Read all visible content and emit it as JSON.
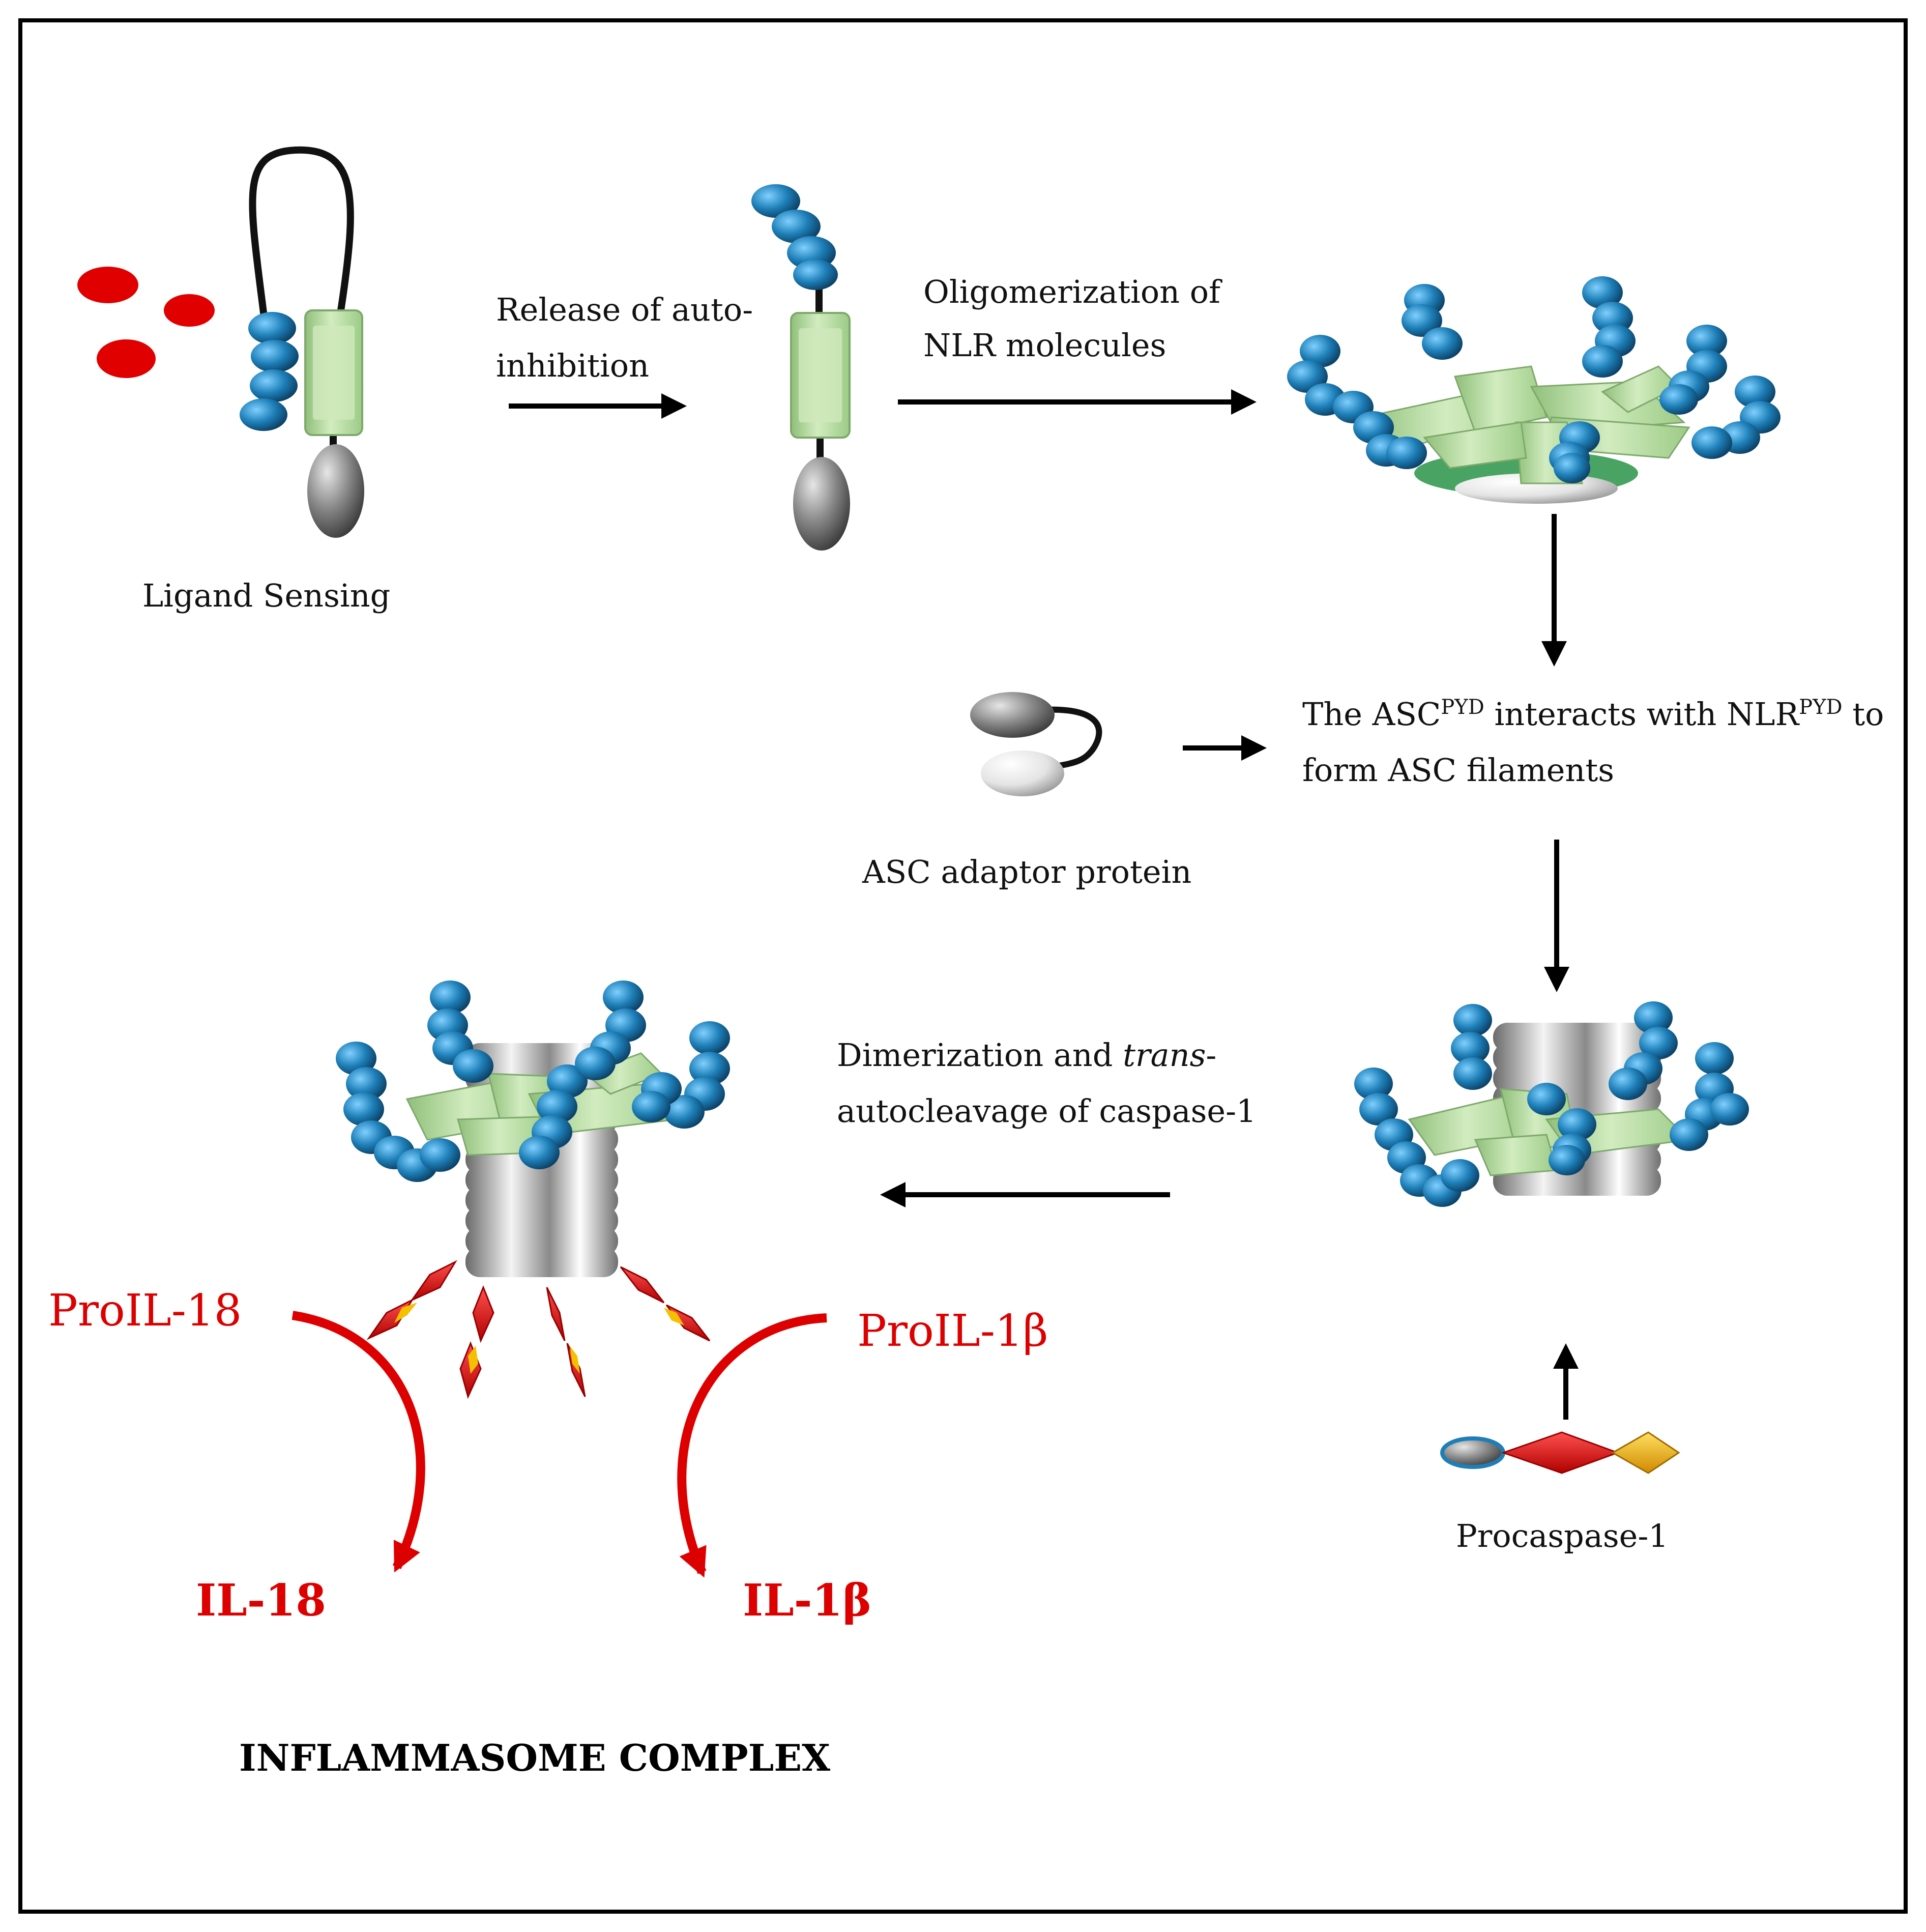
{
  "labels": {
    "ligand_sensing": "Ligand Sensing",
    "release_line1": "Release of auto-",
    "release_line2": "inhibition",
    "oligo_line1": "Oligomerization of",
    "oligo_line2": "NLR molecules",
    "asc_adaptor": "ASC adaptor protein",
    "asc_int_the": "The ASC",
    "asc_int_sup1": "PYD",
    "asc_int_mid": " interacts with NLR",
    "asc_int_sup2": "PYD",
    "asc_int_to": " to",
    "asc_int_line2": "form ASC filaments",
    "dimer_line1_a": "Dimerization and ",
    "dimer_line1_b": "trans",
    "dimer_line1_c": "-",
    "dimer_line2": "autocleavage of caspase-1",
    "procaspase": "Procaspase-1",
    "pro_il18": "ProIL-18",
    "pro_il1b": "ProIL-1β",
    "il18": "IL-18",
    "il1b": "IL-1β",
    "complex_title": "INFLAMMASOME COMPLEX"
  },
  "colors": {
    "ligand": "#e00000",
    "lrr_blue": "#1e7fb8",
    "nacht_green": "#b8dca0",
    "pyd_grey": "#7a7a7a",
    "arrow": "#000000",
    "cytokine_red": "#dd0000",
    "procaspase_yellow": "#f0b800"
  }
}
